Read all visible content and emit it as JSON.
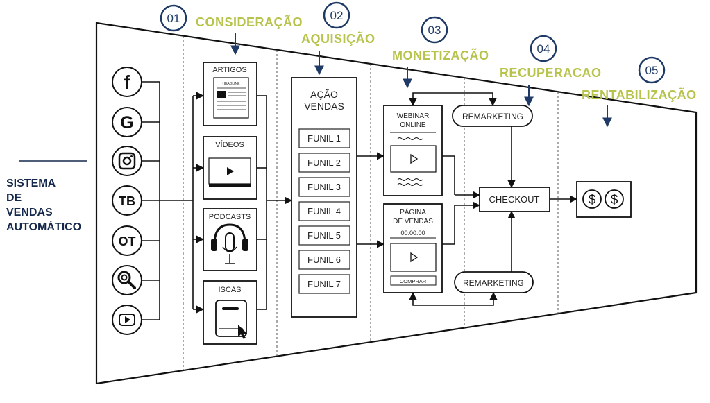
{
  "side_label": [
    "SISTEMA",
    "DE",
    "VENDAS",
    "AUTOMÁTICO"
  ],
  "stages": [
    {
      "number": "01",
      "title": "CONSIDERAÇÃO"
    },
    {
      "number": "02",
      "title": "AQUISIÇÃO"
    },
    {
      "number": "03",
      "title": "MONETIZAÇÃO"
    },
    {
      "number": "04",
      "title": "RECUPERACAO"
    },
    {
      "number": "05",
      "title": "RENTABILIZAÇÃO"
    }
  ],
  "sources": [
    {
      "icon": "facebook-icon",
      "text": "f"
    },
    {
      "icon": "google-icon",
      "text": "G"
    },
    {
      "icon": "instagram-icon",
      "text": ""
    },
    {
      "icon": "tb-icon",
      "text": "TB"
    },
    {
      "icon": "ot-icon",
      "text": "OT"
    },
    {
      "icon": "search-icon",
      "text": ""
    },
    {
      "icon": "youtube-icon",
      "text": ""
    }
  ],
  "content": {
    "artigos": "ARTIGOS",
    "headline": "HEADLINE",
    "videos": "VÍDEOS",
    "podcasts": "PODCASTS",
    "iscas": "ISCAS"
  },
  "sales": {
    "title_line1": "AÇÃO",
    "title_line2": "VENDAS",
    "funnels": [
      "FUNIL 1",
      "FUNIL 2",
      "FUNIL 3",
      "FUNIL 4",
      "FUNIL 5",
      "FUNIL 6",
      "FUNIL 7"
    ]
  },
  "monetization": {
    "webinar_line1": "WEBINAR",
    "webinar_line2": "ONLINE",
    "page_line1": "PÁGINA",
    "page_line2": "DE VENDAS",
    "timer": "00:00:00",
    "buy": "COMPRAR"
  },
  "recovery": {
    "remarketing_top": "REMARKETING",
    "remarketing_bottom": "REMARKETING",
    "checkout": "CHECKOUT"
  },
  "profit": {
    "symbol": "$"
  },
  "colors": {
    "accent": "#b7c34a",
    "navy": "#1f3a66",
    "line": "#111111"
  }
}
